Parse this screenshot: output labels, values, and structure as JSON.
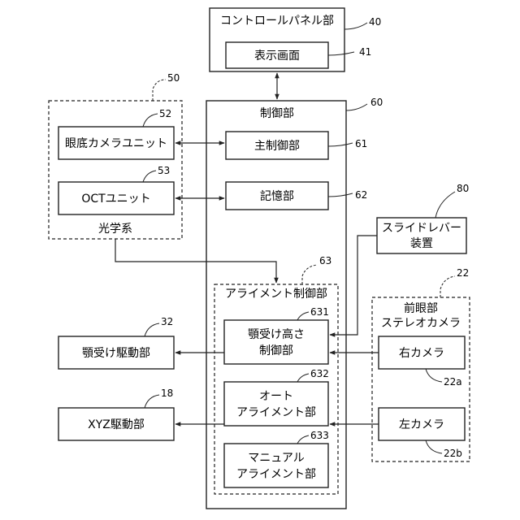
{
  "control_panel": {
    "label": "コントロールパネル部",
    "ref": "40"
  },
  "display": {
    "label": "表示画面",
    "ref": "41"
  },
  "control": {
    "label": "制御部",
    "ref": "60"
  },
  "main_control": {
    "label": "主制御部",
    "ref": "61"
  },
  "storage": {
    "label": "記憶部",
    "ref": "62"
  },
  "optical": {
    "label": "光学系",
    "ref": "50"
  },
  "fundus_camera": {
    "label": "眼底カメラユニット",
    "ref": "52"
  },
  "oct": {
    "label": "OCTユニット",
    "ref": "53"
  },
  "slide_lever": {
    "line1": "スライドレバー",
    "line2": "装置",
    "ref": "80"
  },
  "alignment_control": {
    "label": "アライメント制御部",
    "ref": "63"
  },
  "chin_height": {
    "line1": "顎受け高さ",
    "line2": "制御部",
    "ref": "631"
  },
  "auto_alignment": {
    "line1": "オート",
    "line2": "アライメント部",
    "ref": "632"
  },
  "manual_alignment": {
    "line1": "マニュアル",
    "line2": "アライメント部",
    "ref": "633"
  },
  "stereo": {
    "line1": "前眼部",
    "line2": "ステレオカメラ",
    "ref": "22"
  },
  "right_camera": {
    "label": "右カメラ",
    "ref": "22a"
  },
  "left_camera": {
    "label": "左カメラ",
    "ref": "22b"
  },
  "chin_drive": {
    "label": "顎受け駆動部",
    "ref": "32"
  },
  "xyz_drive": {
    "label": "XYZ駆動部",
    "ref": "18"
  }
}
